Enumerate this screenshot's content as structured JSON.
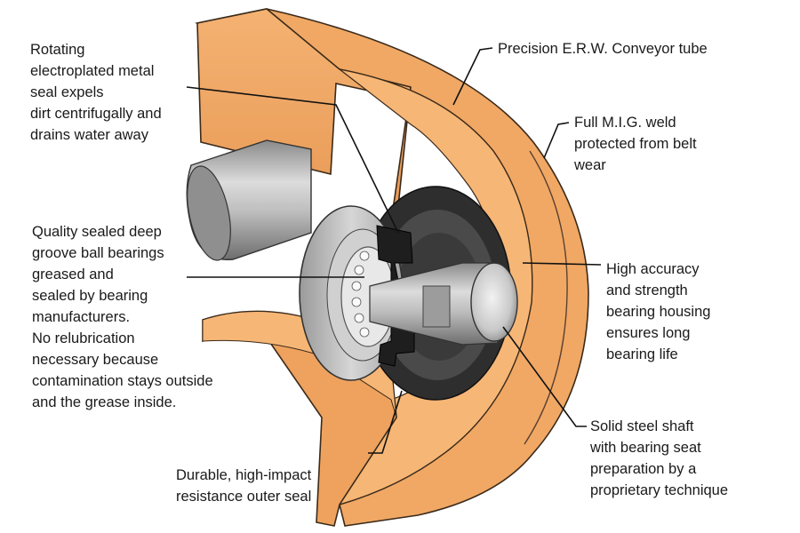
{
  "colors": {
    "shell_fill": "#f0a864",
    "shell_dark": "#d98a44",
    "shell_inner": "#f6b676",
    "shell_edge": "#3a2a1a",
    "steel_light": "#e2e2e2",
    "steel_mid": "#b9b9b9",
    "steel_dark": "#7c7c7c",
    "rubber": "#2e2e2e",
    "rubber_mid": "#4a4a4a",
    "leader": "#111111"
  },
  "labels": {
    "seal": "Rotating\nelectroplated metal\nseal expels\ndirt centrifugally and\ndrains water away",
    "tube": "Precision E.R.W. Conveyor tube",
    "weld": "Full M.I.G. weld\nprotected from belt\nwear",
    "bearings": "Quality sealed deep\ngroove ball bearings\ngreased and\nsealed by bearing\nmanufacturers.\nNo relubrication\nnecessary because\ncontamination stays outside\nand the grease inside.",
    "housing": "High accuracy\nand strength\nbearing housing\nensures long\nbearing life",
    "shaft": "Solid steel shaft\nwith bearing seat\npreparation by a\nproprietary technique",
    "outer_seal": "Durable, high-impact\nresistance outer seal"
  }
}
